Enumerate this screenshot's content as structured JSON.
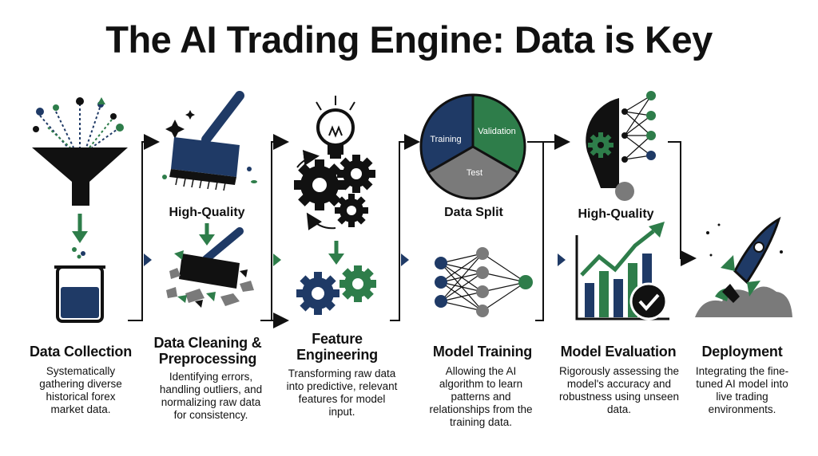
{
  "title": "The AI Trading Engine: Data is Key",
  "steps": [
    {
      "label": "Data Collection",
      "description": "Systematically gathering diverse historical forex market data."
    },
    {
      "label": "Data Cleaning & Preprocessing",
      "sublabel": "High-Quality",
      "description": "Identifying errors, handling outliers, and normalizing raw data for consistency."
    },
    {
      "label": "Feature Engineering",
      "description": "Transforming raw data into predictive, relevant features for model input."
    },
    {
      "label": "Model Training",
      "sublabel": "Data Split",
      "description": "Allowing the AI algorithm to learn patterns and relationships from the training data."
    },
    {
      "label": "Model Evaluation",
      "sublabel": "High-Quality",
      "description": "Rigorously assessing the model's accuracy and robustness using unseen data."
    },
    {
      "label": "Deployment",
      "description": "Integrating the fine-tuned AI model into live trading environments."
    }
  ],
  "data_split": {
    "training": "Training",
    "validation": "Validation",
    "test": "Test"
  },
  "colors": {
    "navy": "#1f3a66",
    "green": "#2e7d4a",
    "gray": "#7a7a7a",
    "black": "#111111"
  },
  "icons": [
    "funnel-icon",
    "beaker-icon",
    "brush-icon",
    "lightbulb-icon",
    "gears-icon",
    "pie-chart-icon",
    "neural-network-icon",
    "ai-head-icon",
    "bar-chart-check-icon",
    "rocket-icon"
  ]
}
